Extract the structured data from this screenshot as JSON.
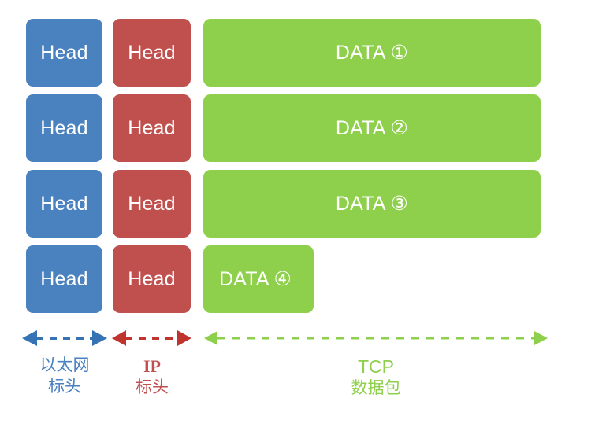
{
  "diagram": {
    "title": "TCP/IP packet encapsulation layers",
    "colors": {
      "ethernet": "#4a81bf",
      "ip": "#c0504e",
      "tcp_data": "#8ed04b",
      "background": "#ffffff",
      "block_text": "#ffffff"
    },
    "rows": [
      {
        "ethernet_label": "Head",
        "ip_label": "Head",
        "data_label": "DATA ①"
      },
      {
        "ethernet_label": "Head",
        "ip_label": "Head",
        "data_label": "DATA ②"
      },
      {
        "ethernet_label": "Head",
        "ip_label": "Head",
        "data_label": "DATA ③"
      },
      {
        "ethernet_label": "Head",
        "ip_label": "Head",
        "data_label": "DATA ④"
      }
    ],
    "rulers": [
      {
        "name": "ethernet-ruler",
        "style": "double-headed-dashed",
        "color": "#3573b4"
      },
      {
        "name": "ip-ruler",
        "style": "double-headed-dashed",
        "color": "#c0342f"
      },
      {
        "name": "tcp-ruler",
        "style": "double-headed-dashed",
        "color": "#8ed04b"
      }
    ],
    "captions": [
      {
        "name": "ethernet-caption",
        "line1": "以太网",
        "line2": "标头",
        "color": "#4a81bf"
      },
      {
        "name": "ip-caption",
        "line1": "IP",
        "line2": "标头",
        "color": "#c0504e"
      },
      {
        "name": "tcp-caption",
        "line1": "TCP",
        "line2": "数据包",
        "color": "#8ed04b"
      }
    ]
  }
}
